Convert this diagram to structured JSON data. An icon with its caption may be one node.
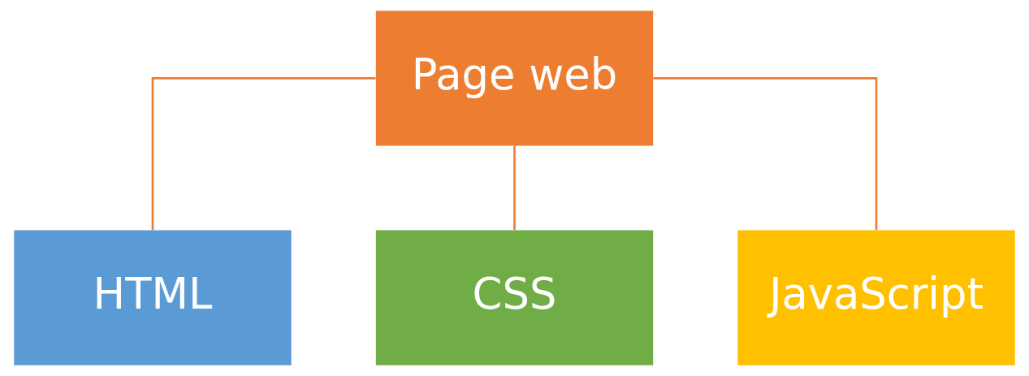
{
  "diagram": {
    "nodes": [
      {
        "text": [
          "Page web"
        ]
      },
      {
        "text": [
          "HTML"
        ]
      },
      {
        "text": [
          "CSS"
        ]
      },
      {
        "text": [
          "JavaScript"
        ]
      }
    ],
    "edges": [
      {
        "from": 0,
        "to": 1,
        "arrow": "none"
      },
      {
        "from": 0,
        "to": 2,
        "arrow": "none"
      },
      {
        "from": 0,
        "to": 3,
        "arrow": "none"
      }
    ]
  }
}
